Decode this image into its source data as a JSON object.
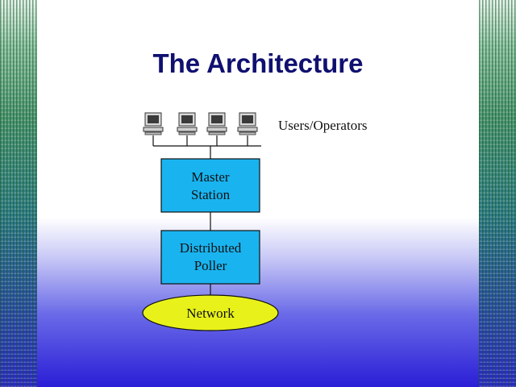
{
  "slide": {
    "title": "The Architecture",
    "users_label": "Users/Operators"
  },
  "diagram": {
    "master_station": [
      "Master",
      "Station"
    ],
    "distributed_poller": [
      "Distributed",
      "Poller"
    ],
    "network": "Network",
    "computer_count": 4
  },
  "colors": {
    "box_fill": "#19b4f0",
    "ellipse_fill": "#e8f21a",
    "title_color": "#101070"
  }
}
